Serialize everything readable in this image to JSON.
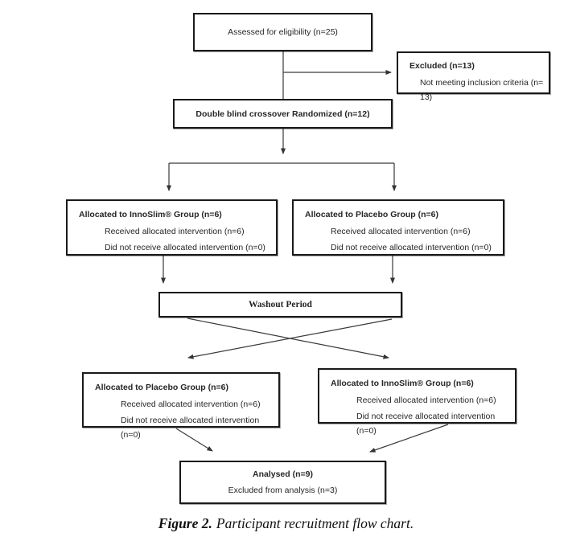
{
  "colors": {
    "box_border": "#1a1a1a",
    "connector": "#3a3a3a",
    "text": "#262626"
  },
  "boxes": {
    "assessed": {
      "text": "Assessed for eligibility (n=25)"
    },
    "excluded": {
      "title": "Excluded (n=13)",
      "reason": "Not meeting inclusion criteria (n= 13)"
    },
    "randomized": {
      "text": "Double blind crossover Randomized (n=12)"
    },
    "phase1_left": {
      "title": "Allocated to InnoSlim® Group (n=6)",
      "received": "Received allocated intervention (n=6)",
      "not_received": "Did not receive allocated intervention (n=0)"
    },
    "phase1_right": {
      "title": "Allocated to Placebo Group (n=6)",
      "received": "Received allocated intervention (n=6)",
      "not_received": "Did not receive allocated intervention (n=0)"
    },
    "washout": {
      "text": "Washout Period"
    },
    "phase2_left": {
      "title": "Allocated to Placebo Group (n=6)",
      "received": "Received allocated intervention (n=6)",
      "not_received": "Did not receive allocated intervention (n=0)"
    },
    "phase2_right": {
      "title": "Allocated to InnoSlim® Group (n=6)",
      "received": "Received allocated intervention (n=6)",
      "not_received": "Did not receive allocated intervention (n=0)"
    },
    "analysed": {
      "title": "Analysed (n=9)",
      "subtitle": "Excluded from analysis (n=3)"
    }
  },
  "caption": {
    "label": "Figure 2.",
    "text": "Participant recruitment flow chart."
  }
}
